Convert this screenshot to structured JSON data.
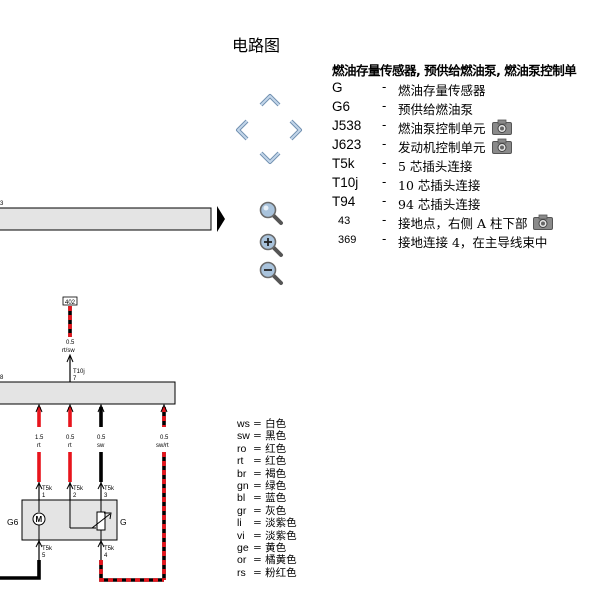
{
  "page_title": "电路图",
  "legend": {
    "heading": "燃油存量传感器, 预供给燃油泵, 燃油泵控制单",
    "items": [
      {
        "code": "G",
        "dash": "-",
        "desc": "燃油存量传感器",
        "camera": false
      },
      {
        "code": "G6",
        "dash": "-",
        "desc": "预供给燃油泵",
        "camera": false
      },
      {
        "code": "J538",
        "dash": "-",
        "desc": "燃油泵控制单元",
        "camera": true
      },
      {
        "code": "J623",
        "dash": "-",
        "desc": "发动机控制单元",
        "camera": true
      },
      {
        "code": "T5k",
        "dash": "-",
        "desc": "5 芯插头连接",
        "camera": false
      },
      {
        "code": "T10j",
        "dash": "-",
        "desc": "10 芯插头连接",
        "camera": false
      },
      {
        "code": "T94",
        "dash": "-",
        "desc": "94 芯插头连接",
        "camera": false
      },
      {
        "code": "43",
        "dash": "-",
        "desc": "接地点，右侧 A 柱下部",
        "camera": true
      },
      {
        "code": "369",
        "dash": "-",
        "desc": "接地连接 4，在主导线束中",
        "camera": false
      }
    ]
  },
  "wire_colors": [
    {
      "abbr": "ws",
      "eq": "=",
      "name": "白色"
    },
    {
      "abbr": "sw",
      "eq": "=",
      "name": "黑色"
    },
    {
      "abbr": "ro",
      "eq": "=",
      "name": "红色"
    },
    {
      "abbr": "rt",
      "eq": "=",
      "name": "红色"
    },
    {
      "abbr": "br",
      "eq": "=",
      "name": "褐色"
    },
    {
      "abbr": "gn",
      "eq": "=",
      "name": "绿色"
    },
    {
      "abbr": "bl",
      "eq": "=",
      "name": "蓝色"
    },
    {
      "abbr": "gr",
      "eq": "=",
      "name": "灰色"
    },
    {
      "abbr": "li",
      "eq": "=",
      "name": "淡紫色"
    },
    {
      "abbr": "vi",
      "eq": "=",
      "name": "淡紫色"
    },
    {
      "abbr": "ge",
      "eq": "=",
      "name": "黄色"
    },
    {
      "abbr": "or",
      "eq": "=",
      "name": "橘黄色"
    },
    {
      "abbr": "rs",
      "eq": "=",
      "name": "粉红色"
    }
  ],
  "diagram": {
    "top_bar_label": "3",
    "ground_box": "402",
    "top_wire_size": "0.5",
    "top_wire_color": "rt/sw",
    "t10j_label": "T10j",
    "t10j_pin": "7",
    "mid_bar_label": "8",
    "wires": [
      {
        "size": "1.5",
        "color": "rt"
      },
      {
        "size": "0.5",
        "color": "rt"
      },
      {
        "size": "0.5",
        "color": "sw"
      },
      {
        "size": "0.5",
        "color": "sw/rt"
      }
    ],
    "pins_top": [
      {
        "label": "T5k",
        "pin": "1"
      },
      {
        "label": "T5k",
        "pin": "2"
      },
      {
        "label": "T5k",
        "pin": "3"
      }
    ],
    "pins_bottom": [
      {
        "label": "T5k",
        "pin": "5"
      },
      {
        "label": "T5k",
        "pin": "4"
      }
    ],
    "component_left": "G6",
    "component_right": "G"
  },
  "colors": {
    "red": "#e8141c",
    "black": "#000000",
    "box_fill": "#e4e4e4",
    "nav_fill": "#a9c3dc"
  }
}
